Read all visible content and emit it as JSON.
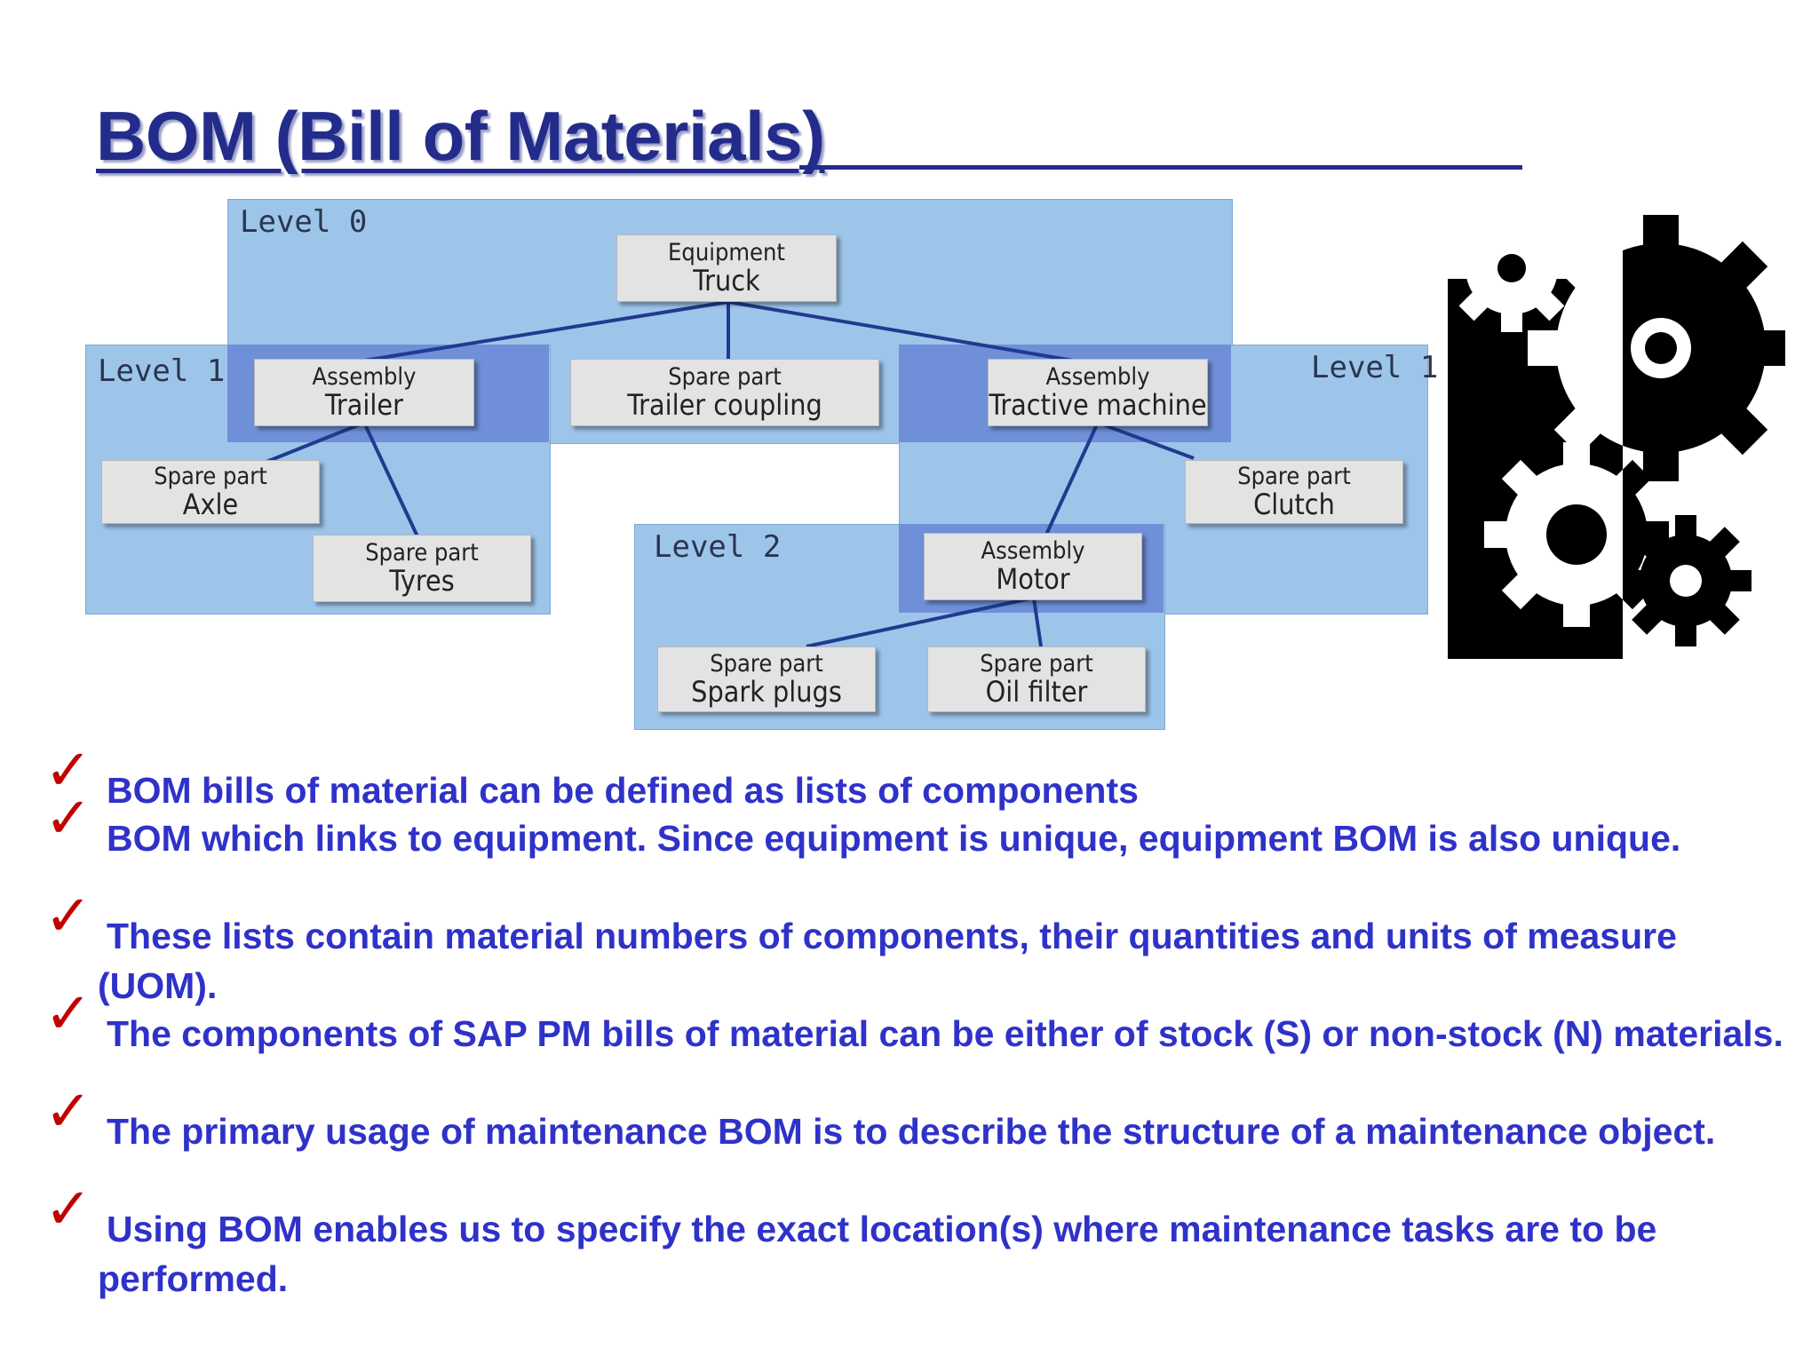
{
  "title": "BOM (Bill of Materials)",
  "diagram": {
    "levels": {
      "level0": "Level 0",
      "level1_left": "Level 1",
      "level1_right": "Level 1",
      "level2": "Level 2"
    },
    "nodes": {
      "equipment": {
        "type": "Equipment",
        "name": "Truck"
      },
      "trailer": {
        "type": "Assembly",
        "name": "Trailer"
      },
      "coupling": {
        "type": "Spare part",
        "name": "Trailer coupling"
      },
      "tractive": {
        "type": "Assembly",
        "name": "Tractive machine"
      },
      "axle": {
        "type": "Spare part",
        "name": "Axle"
      },
      "tyres": {
        "type": "Spare part",
        "name": "Tyres"
      },
      "clutch": {
        "type": "Spare part",
        "name": "Clutch"
      },
      "motor": {
        "type": "Assembly",
        "name": "Motor"
      },
      "spark": {
        "type": "Spare part",
        "name": "Spark plugs"
      },
      "oil": {
        "type": "Spare part",
        "name": "Oil filter"
      }
    },
    "colors": {
      "level_fill": "#9dc5ea",
      "overlap_fill": "#6f8fd8",
      "connector": "#1f3b8f",
      "node_fill": "#e3e3e3"
    }
  },
  "gears_icon": "gears-icon",
  "bullets": [
    "BOM bills of material can be defined as lists of components",
    "BOM which links to equipment. Since equipment is unique, equipment  BOM is also unique.",
    "These lists contain material numbers of components, their quantities  and units of measure (UOM).",
    "The components of SAP PM bills of material can be either of stock (S) or non-stock (N) materials.",
    "The primary usage of maintenance BOM is to describe the structure of a maintenance object.",
    "Using BOM enables us to specify the exact location(s) where maintenance tasks are to be performed."
  ],
  "check_icon": "checkmark-icon",
  "colors": {
    "title": "#232c8a",
    "bullet_text": "#2f32c8",
    "check": "#c10000"
  }
}
